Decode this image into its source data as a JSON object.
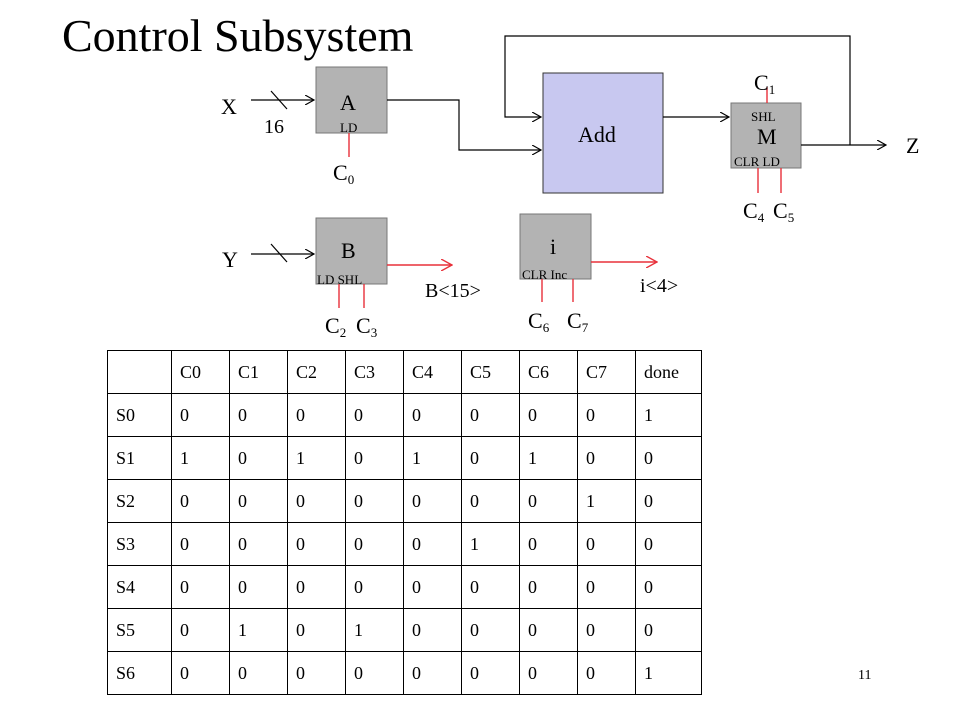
{
  "title": "Control Subsystem",
  "blocks": {
    "a": {
      "name": "A",
      "ports": "LD"
    },
    "b": {
      "name": "B",
      "ports": "LD SHL"
    },
    "add": {
      "name": "Add"
    },
    "m": {
      "name": "M",
      "top_port": "SHL",
      "ports": "CLR LD"
    },
    "i": {
      "name": "i",
      "ports": "CLR Inc"
    }
  },
  "signals": {
    "x": "X",
    "x_width": "16",
    "y": "Y",
    "z": "Z",
    "b_out": "B<15>",
    "i_out": "i<4>"
  },
  "controls": [
    {
      "letter": "C",
      "sub": "0"
    },
    {
      "letter": "C",
      "sub": "1"
    },
    {
      "letter": "C",
      "sub": "2"
    },
    {
      "letter": "C",
      "sub": "3"
    },
    {
      "letter": "C",
      "sub": "4"
    },
    {
      "letter": "C",
      "sub": "5"
    },
    {
      "letter": "C",
      "sub": "6"
    },
    {
      "letter": "C",
      "sub": "7"
    }
  ],
  "table": {
    "headers": [
      "",
      "C0",
      "C1",
      "C2",
      "C3",
      "C4",
      "C5",
      "C6",
      "C7",
      "done"
    ],
    "rows": [
      [
        "S0",
        "0",
        "0",
        "0",
        "0",
        "0",
        "0",
        "0",
        "0",
        "1"
      ],
      [
        "S1",
        "1",
        "0",
        "1",
        "0",
        "1",
        "0",
        "1",
        "0",
        "0"
      ],
      [
        "S2",
        "0",
        "0",
        "0",
        "0",
        "0",
        "0",
        "0",
        "1",
        "0"
      ],
      [
        "S3",
        "0",
        "0",
        "0",
        "0",
        "0",
        "1",
        "0",
        "0",
        "0"
      ],
      [
        "S4",
        "0",
        "0",
        "0",
        "0",
        "0",
        "0",
        "0",
        "0",
        "0"
      ],
      [
        "S5",
        "0",
        "1",
        "0",
        "1",
        "0",
        "0",
        "0",
        "0",
        "0"
      ],
      [
        "S6",
        "0",
        "0",
        "0",
        "0",
        "0",
        "0",
        "0",
        "0",
        "1"
      ]
    ]
  },
  "page_number": "11",
  "colors": {
    "block_fill": "#b3b3b3",
    "add_fill": "#c8c8f0",
    "control_line": "#e8303a"
  }
}
